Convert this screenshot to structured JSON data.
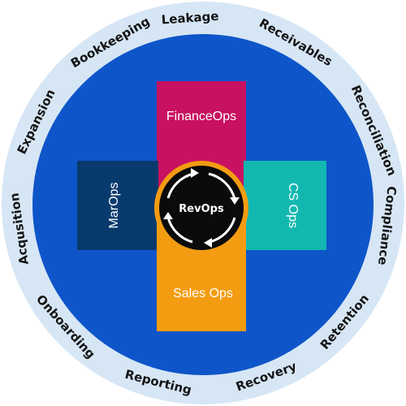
{
  "center": {
    "label": "RevOps"
  },
  "blocks": {
    "top": {
      "label": "FinanceOps",
      "color": "#C81160"
    },
    "left": {
      "label": "MarOps",
      "color": "#083A6E"
    },
    "right": {
      "label": "CS Ops",
      "color": "#12B8B0"
    },
    "bottom": {
      "label": "Sales Ops",
      "color": "#F39C12"
    }
  },
  "ring": {
    "labels": [
      "Leakage",
      "Receivables",
      "Reconciliation",
      "Compliance",
      "Retention",
      "Recovery",
      "Reporting",
      "Onboarding",
      "Acqusition",
      "Expansion",
      "Bookkeeping"
    ]
  },
  "colors": {
    "outer_ring": "#D6E6F5",
    "inner_disc": "#0E55C9",
    "hub": "#0B0B0B",
    "hub_ring": "#F39C12",
    "arrows": "#FFFFFF"
  }
}
